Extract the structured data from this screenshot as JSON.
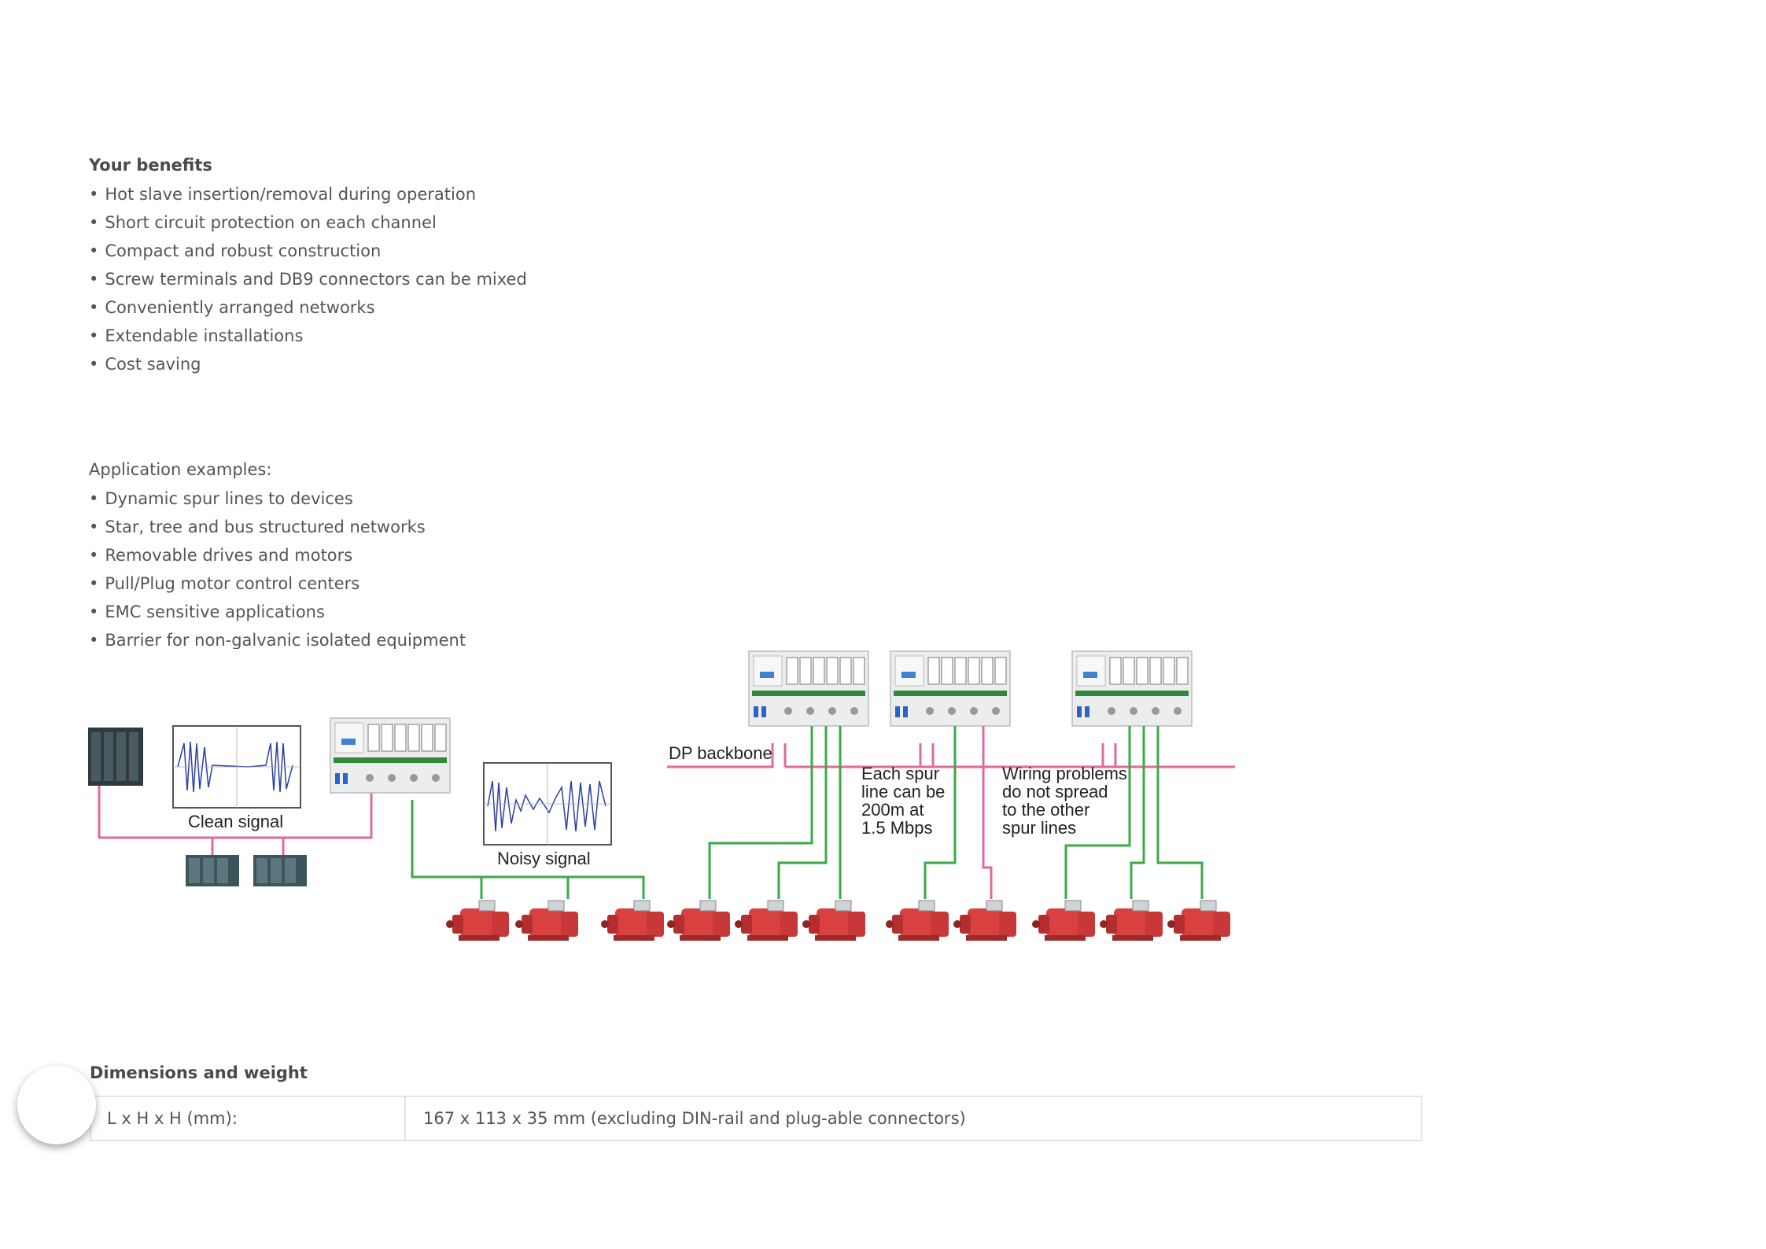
{
  "benefits": {
    "title": "Your benefits",
    "items": [
      "Hot slave insertion/removal during operation",
      "Short circuit protection on each channel",
      "Compact and robust construction",
      "Screw terminals and DB9 connectors can be mixed",
      "Conveniently arranged networks",
      "Extendable installations",
      "Cost saving"
    ]
  },
  "applications": {
    "title": "Application examples:",
    "items": [
      "Dynamic spur lines to devices",
      "Star, tree and bus structured networks",
      "Removable drives and motors",
      "Pull/Plug motor control centers",
      "EMC sensitive applications",
      "Barrier for non-galvanic isolated equipment"
    ]
  },
  "diagram": {
    "clean_signal": "Clean signal",
    "noisy_signal": "Noisy signal",
    "dp_backbone": "DP backbone",
    "spur_note": [
      "Each spur",
      "line can be",
      "200m at",
      "1.5 Mbps"
    ],
    "wiring_note": [
      "Wiring problems",
      "do not spread",
      "to the other",
      "spur lines"
    ],
    "colors": {
      "backbone": "#e06aa0",
      "spur": "#3aaa4a",
      "motor": "#d94040",
      "plc": "#2f3b40"
    }
  },
  "dimensions": {
    "title": "Dimensions and weight",
    "label": "L x H x H (mm):",
    "value": "167 x 113 x 35 mm (excluding DIN-rail and plug-able connectors)"
  }
}
